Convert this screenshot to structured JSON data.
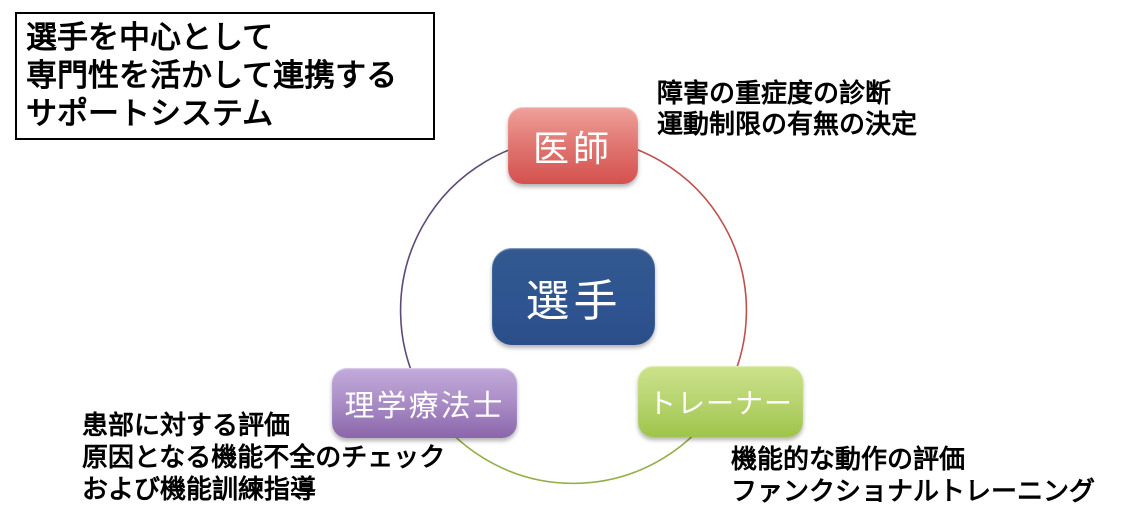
{
  "title_box": {
    "lines": [
      "選手を中心として",
      "専門性を活かして連携する",
      "サポートシステム"
    ]
  },
  "center_node": {
    "label": "選手",
    "color": "#2E5491"
  },
  "nodes": {
    "doctor": {
      "label": "医師",
      "color_top": "#EFA19B",
      "color_bottom": "#D5514E"
    },
    "physical_therapist": {
      "label": "理学療法士",
      "color_top": "#C3ABDB",
      "color_bottom": "#8A66AB"
    },
    "trainer": {
      "label": "トレーナー",
      "color_top": "#CCE28B",
      "color_bottom": "#9EC44A"
    }
  },
  "notes": {
    "doctor": {
      "lines": [
        "障害の重症度の診断",
        "運動制限の有無の決定"
      ]
    },
    "physical_therapist": {
      "lines": [
        "患部に対する評価",
        "原因となる機能不全のチェック",
        "および機能訓練指導"
      ]
    },
    "trainer": {
      "lines": [
        "機能的な動作の評価",
        "ファンクショナルトレーニング"
      ]
    }
  },
  "circle": {
    "arc_colors": {
      "right": "#C0504D",
      "bottom": "#94AF4A",
      "left": "#5B4A77"
    }
  }
}
